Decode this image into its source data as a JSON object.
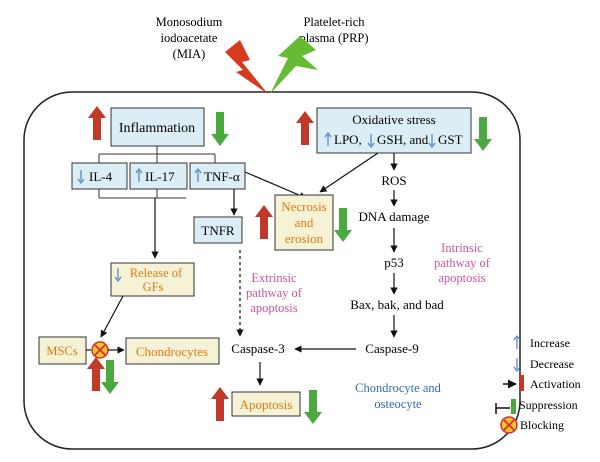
{
  "colors": {
    "box_blue": "#dbeef6",
    "box_cream": "#f5f2d6",
    "orange_text": "#e07a10",
    "pink_text": "#c8559a",
    "blue_text": "#2f6db0",
    "increase_arrow": "#c0392b",
    "decrease_arrow": "#4aaa3e",
    "small_up_arrow": "#4a7fc1",
    "mia_bolt": "#d63a1f",
    "prp_bolt": "#66bb33",
    "blocking_fill": "#f4c430",
    "blocking_cross": "#d32f2f"
  },
  "inputs": {
    "mia": [
      "Monosodium",
      "iodoacetate",
      "(MIA)"
    ],
    "prp": [
      "Platelet-rich",
      "plasma (PRP)"
    ]
  },
  "boxes": {
    "inflammation": "Inflammation",
    "oxidative_stress_title": "Oxidative stress",
    "oxidative_stress_items": {
      "lpo": "LPO,",
      "gsh": "GSH, and",
      "gst": "GST"
    },
    "il4": "IL-4",
    "il17": "IL-17",
    "tnfa": "TNF-α",
    "tnfr": "TNFR",
    "necrosis": [
      "Necrosis",
      "and",
      "erosion"
    ],
    "release_gfs": [
      "Release of",
      "GFs"
    ],
    "mscs": "MSCs",
    "chondrocytes": "Chondrocytes",
    "apoptosis": "Apoptosis"
  },
  "labels": {
    "ros": "ROS",
    "dna_damage": "DNA damage",
    "p53": "p53",
    "bax": "Bax, bak, and bad",
    "caspase9": "Caspase-9",
    "caspase3": "Caspase-3",
    "extrinsic": [
      "Extrinsic",
      "pathway of",
      "apoptosis"
    ],
    "intrinsic": [
      "Intrinsic",
      "pathway of",
      "apoptosis"
    ],
    "chondrocyte_osteocyte": [
      "Chondrocyte and",
      "osteocyte"
    ]
  },
  "legend": [
    {
      "symbol": "increase",
      "label": "Increase"
    },
    {
      "symbol": "decrease",
      "label": "Decrease"
    },
    {
      "symbol": "activation",
      "label": "Activation"
    },
    {
      "symbol": "suppression",
      "label": "Suppression"
    },
    {
      "symbol": "blocking",
      "label": "Blocking"
    }
  ]
}
